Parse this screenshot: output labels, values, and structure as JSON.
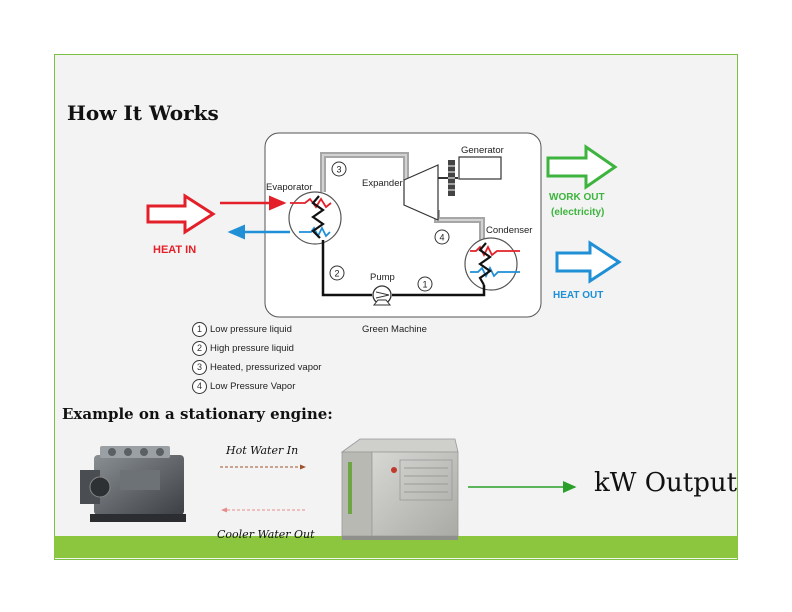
{
  "slide": {
    "title": "How It Works",
    "subtitle": "Example on a stationary engine:"
  },
  "diagram": {
    "heat_in_label": "HEAT IN",
    "heat_out_label": "HEAT OUT",
    "work_out_label": "WORK OUT",
    "work_out_sublabel": "(electricity)",
    "evaporator_label": "Evaporator",
    "expander_label": "Expander",
    "generator_label": "Generator",
    "condenser_label": "Condenser",
    "pump_label": "Pump",
    "machine_label": "Green Machine",
    "node_numbers": [
      "1",
      "2",
      "3",
      "4"
    ],
    "colors": {
      "heat_in": "#e3202a",
      "heat_out": "#1f8fd6",
      "work_out": "#3db43d",
      "pipe": "#111111",
      "vapor_pipe": "#a6a6a6",
      "flow_arrow": "#2aa02a"
    }
  },
  "legend": [
    {
      "num": "1",
      "label": "Low pressure liquid"
    },
    {
      "num": "2",
      "label": "High pressure liquid"
    },
    {
      "num": "3",
      "label": "Heated, pressurized vapor"
    },
    {
      "num": "4",
      "label": "Low Pressure Vapor"
    }
  ],
  "example": {
    "hot_water_in": "Hot Water In",
    "cooler_water_out": "Cooler Water Out",
    "output": "kW Output"
  }
}
